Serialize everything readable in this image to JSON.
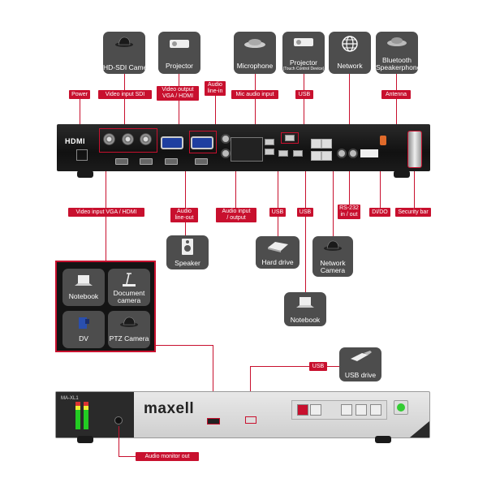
{
  "sources": {
    "hdsdi_camera": "HD-SDI Camera",
    "projector": "Projector",
    "microphone": "Microphone",
    "projector_touch": "Projector",
    "projector_touch_sub": "(Touch Control Device)",
    "network": "Network",
    "bluetooth": "Bluetooth Speakerphone"
  },
  "labels_top": {
    "power": "Power",
    "video_input_sdi": "Video input SDI",
    "video_output_l1": "Video output",
    "video_output_l2": "VGA / HDMI",
    "audio_line_in_l1": "Audio",
    "audio_line_in_l2": "line-in",
    "mic_audio_input": "Mic audio input",
    "usb": "USB",
    "antenna": "Antenna"
  },
  "labels_bottom": {
    "video_input_vga_hdmi": "Video input VGA / HDMI",
    "audio_line_out_l1": "Audio",
    "audio_line_out_l2": "line-out",
    "audio_io_l1": "Audio input",
    "audio_io_l2": "/ output",
    "usb_1": "USB",
    "usb_2": "USB",
    "rs232_l1": "RS-232",
    "rs232_l2": "in / out",
    "dido": "DI/DO",
    "security_bar": "Security bar",
    "usb_front": "USB",
    "audio_monitor_out": "Audio monitor out"
  },
  "devices": {
    "speaker": "Speaker",
    "hard_drive": "Hard drive",
    "network_camera_l1": "Network",
    "network_camera_l2": "Camera",
    "notebook_bottom": "Notebook",
    "usb_drive": "USB drive"
  },
  "inputs_group": {
    "notebook": "Notebook",
    "document_camera_l1": "Document",
    "document_camera_l2": "camera",
    "dv": "DV",
    "ptz_camera": "PTZ Camera"
  },
  "unit": {
    "brand": "maxell",
    "model": "MA-XL1",
    "hdmi_logo": "HDMI"
  },
  "colors": {
    "accent": "#c8102e",
    "tile": "#4d4d4d"
  }
}
